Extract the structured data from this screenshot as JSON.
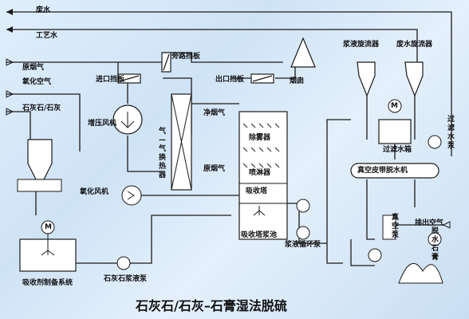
{
  "colors": {
    "line": "#1a1a1a",
    "box": "#ffffff",
    "background": "#d6e8f7"
  },
  "labels": {
    "waste_water": "废水",
    "process_water": "工艺水",
    "raw_flue_gas": "原烟气",
    "oxidizing_air": "氧化空气",
    "limestone": "石灰石/石灰",
    "inlet_damper": "进口挡板",
    "bypass_damper": "旁路挡板",
    "outlet_damper": "出口挡板",
    "chimney": "烟囱",
    "slurry_cyclone": "浆液旋流器",
    "waste_water_cyclone": "废水旋流器",
    "booster_fan": "增压风机",
    "clean_flue_gas": "净烟气",
    "ggh": "气—气换热器",
    "demister": "除雾器",
    "spray_layer": "喷淋器",
    "raw_flue_gas_2": "原烟气",
    "absorber_tower": "吸收塔",
    "oxidation_fan": "氧化风机",
    "absorber_tank": "吸收塔浆池",
    "circulation_pump": "浆液循环泵",
    "filter_tank": "过滤水箱",
    "filter_pump": "过滤水泵",
    "vacuum_belt": "真空皮带脱水机",
    "vacuum_pump": "真空泵",
    "exhaust_air": "排出空气",
    "gypsum": "脱水石膏",
    "absorbent_system": "吸收剂制备系统",
    "limestone_pump": "石灰石浆液泵",
    "motor": "M"
  },
  "title": "石灰石/石灰–石膏湿法脱硫"
}
